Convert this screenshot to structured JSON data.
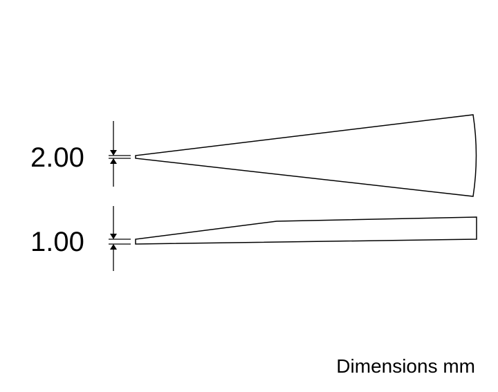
{
  "dimensions": {
    "top_tip_width": "2.00",
    "bottom_tip_width": "1.00"
  },
  "units_note": "Dimensions mm",
  "colors": {
    "line": "#000000",
    "background": "#ffffff"
  }
}
